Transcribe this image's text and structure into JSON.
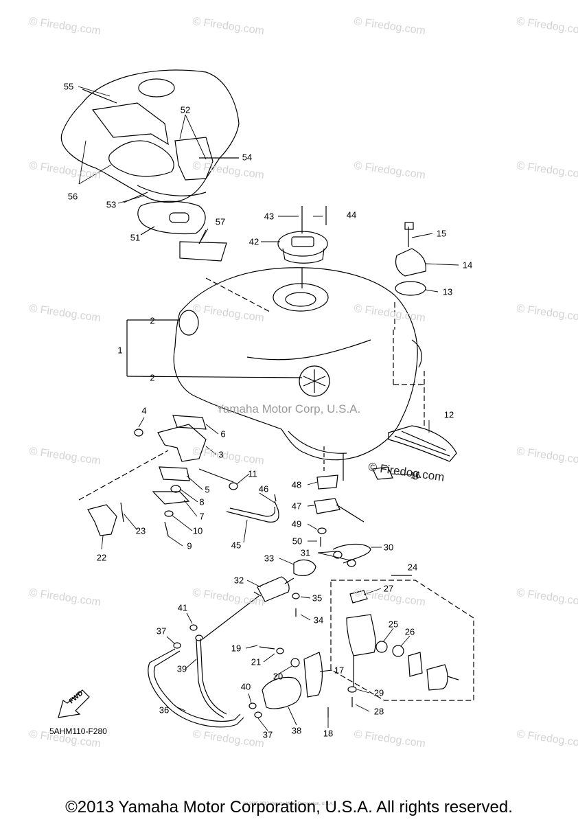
{
  "watermark": "© Firedog.com",
  "center_watermark": "Yamaha Motor Corp, U.S.A.",
  "firedog_mark": "© Firedog.com",
  "diagram_code": "5AHM110-F280",
  "fwd_label": "FWD",
  "fine_print": "(c) 2005-2013 Yamaha Motor Corporation, U.S.A.",
  "footer": "©2013 Yamaha Motor Corporation, U.S.A. All rights reserved.",
  "callouts": [
    "1",
    "2",
    "2",
    "3",
    "4",
    "5",
    "6",
    "7",
    "8",
    "9",
    "10",
    "11",
    "12",
    "13",
    "14",
    "15",
    "16",
    "17",
    "18",
    "19",
    "20",
    "21",
    "22",
    "23",
    "24",
    "25",
    "26",
    "27",
    "28",
    "29",
    "30",
    "31",
    "32",
    "33",
    "34",
    "35",
    "36",
    "37",
    "37",
    "38",
    "39",
    "40",
    "41",
    "42",
    "43",
    "44",
    "45",
    "46",
    "47",
    "48",
    "49",
    "50",
    "51",
    "52",
    "53",
    "54",
    "55",
    "56",
    "57"
  ]
}
